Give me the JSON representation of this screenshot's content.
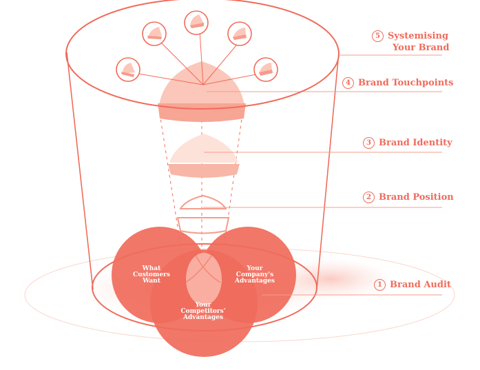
{
  "colors": {
    "accent": "#f06b5b",
    "soft": "#fbd5cb",
    "mid": "#f59c8b"
  },
  "levels": [
    {
      "num": "5",
      "line1": "Systemising",
      "line2": "Your Brand"
    },
    {
      "num": "4",
      "line1": "Brand Touchpoints"
    },
    {
      "num": "3",
      "line1": "Brand Identity"
    },
    {
      "num": "2",
      "line1": "Brand Position"
    },
    {
      "num": "1",
      "line1": "Brand Audit"
    }
  ],
  "venn": {
    "customers": [
      "What",
      "Customers",
      "Want"
    ],
    "company": [
      "Your",
      "Company's",
      "Advantages"
    ],
    "competitors": [
      "Your",
      "Competitors'",
      "Advantages"
    ]
  }
}
